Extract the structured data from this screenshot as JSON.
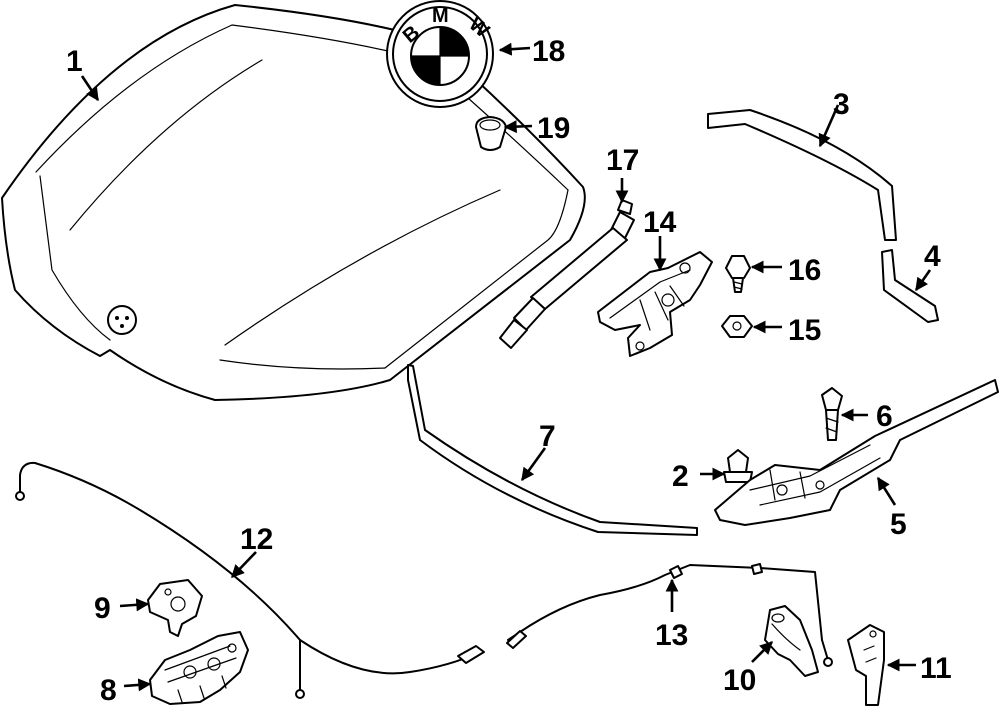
{
  "emblem": {
    "letters": [
      "B",
      "M",
      "W"
    ]
  },
  "callouts": [
    "1",
    "2",
    "3",
    "4",
    "5",
    "6",
    "7",
    "8",
    "9",
    "10",
    "11",
    "12",
    "13",
    "14",
    "15",
    "16",
    "17",
    "18",
    "19"
  ]
}
